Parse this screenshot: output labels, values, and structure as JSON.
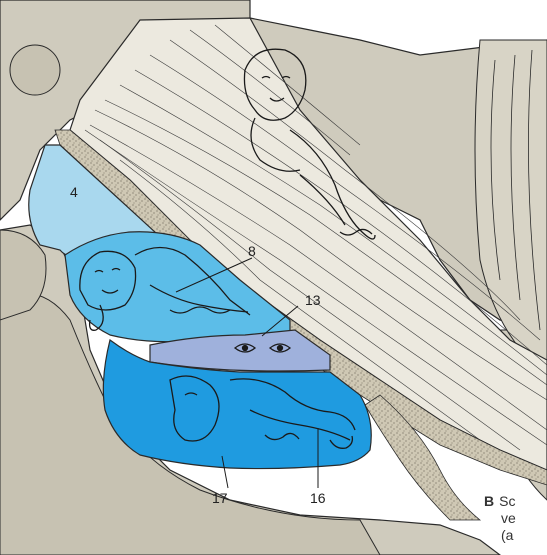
{
  "labels": {
    "l4": "4",
    "l8": "8",
    "l13": "13",
    "l16": "16",
    "l17": "17"
  },
  "caption": {
    "letter": "B",
    "line1": "Sc",
    "line2": "ve",
    "line3": "(a"
  },
  "colors": {
    "rock": "#cfcbbd",
    "rock_dark": "#bfbaa9",
    "ligament": "#ece9df",
    "fluid_light": "#a9d8ee",
    "fluid_mid": "#5cbde8",
    "fluid_deep": "#1f9be0",
    "fluid_lavender": "#9fb1dc",
    "outline": "#2a2a2a"
  }
}
